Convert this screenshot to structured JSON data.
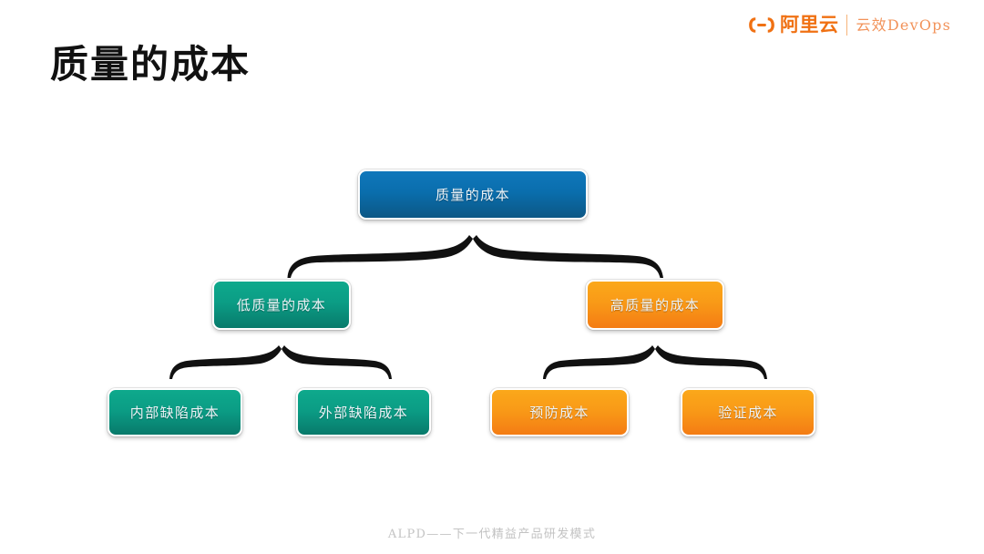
{
  "brand": {
    "logo_icon": "alibaba-cloud-logo-icon",
    "name_cn": "阿里云",
    "product": "云效DevOps"
  },
  "slide": {
    "title": "质量的成本",
    "footer": "ALPD——下一代精益产品研发模式"
  },
  "colors": {
    "brand_orange": "#f07113",
    "brand_orange_light": "#f2935a",
    "node_blue": "#0a6ead",
    "node_teal": "#0b9d85",
    "node_orange": "#f99a17",
    "brace_black": "#111111",
    "background": "#ffffff",
    "title_black": "#111111",
    "footer_gray": "#c3c3c3"
  },
  "chart_data": {
    "type": "tree-diagram",
    "title": "质量的成本",
    "orientation": "top-down",
    "connector_style": "curly-brace",
    "levels": 3,
    "nodes": [
      {
        "id": "root",
        "label": "质量的成本",
        "level": 0,
        "color": "#0a6ead",
        "parent": null
      },
      {
        "id": "low",
        "label": "低质量的成本",
        "level": 1,
        "color": "#0b9d85",
        "parent": "root"
      },
      {
        "id": "high",
        "label": "高质量的成本",
        "level": 1,
        "color": "#f99a17",
        "parent": "root"
      },
      {
        "id": "internal",
        "label": "内部缺陷成本",
        "level": 2,
        "color": "#0b9d85",
        "parent": "low"
      },
      {
        "id": "external",
        "label": "外部缺陷成本",
        "level": 2,
        "color": "#0b9d85",
        "parent": "low"
      },
      {
        "id": "prevent",
        "label": "预防成本",
        "level": 2,
        "color": "#f99a17",
        "parent": "high"
      },
      {
        "id": "verify",
        "label": "验证成本",
        "level": 2,
        "color": "#f99a17",
        "parent": "high"
      }
    ],
    "edges": [
      {
        "from": "root",
        "to": "low"
      },
      {
        "from": "root",
        "to": "high"
      },
      {
        "from": "low",
        "to": "internal"
      },
      {
        "from": "low",
        "to": "external"
      },
      {
        "from": "high",
        "to": "prevent"
      },
      {
        "from": "high",
        "to": "verify"
      }
    ]
  }
}
